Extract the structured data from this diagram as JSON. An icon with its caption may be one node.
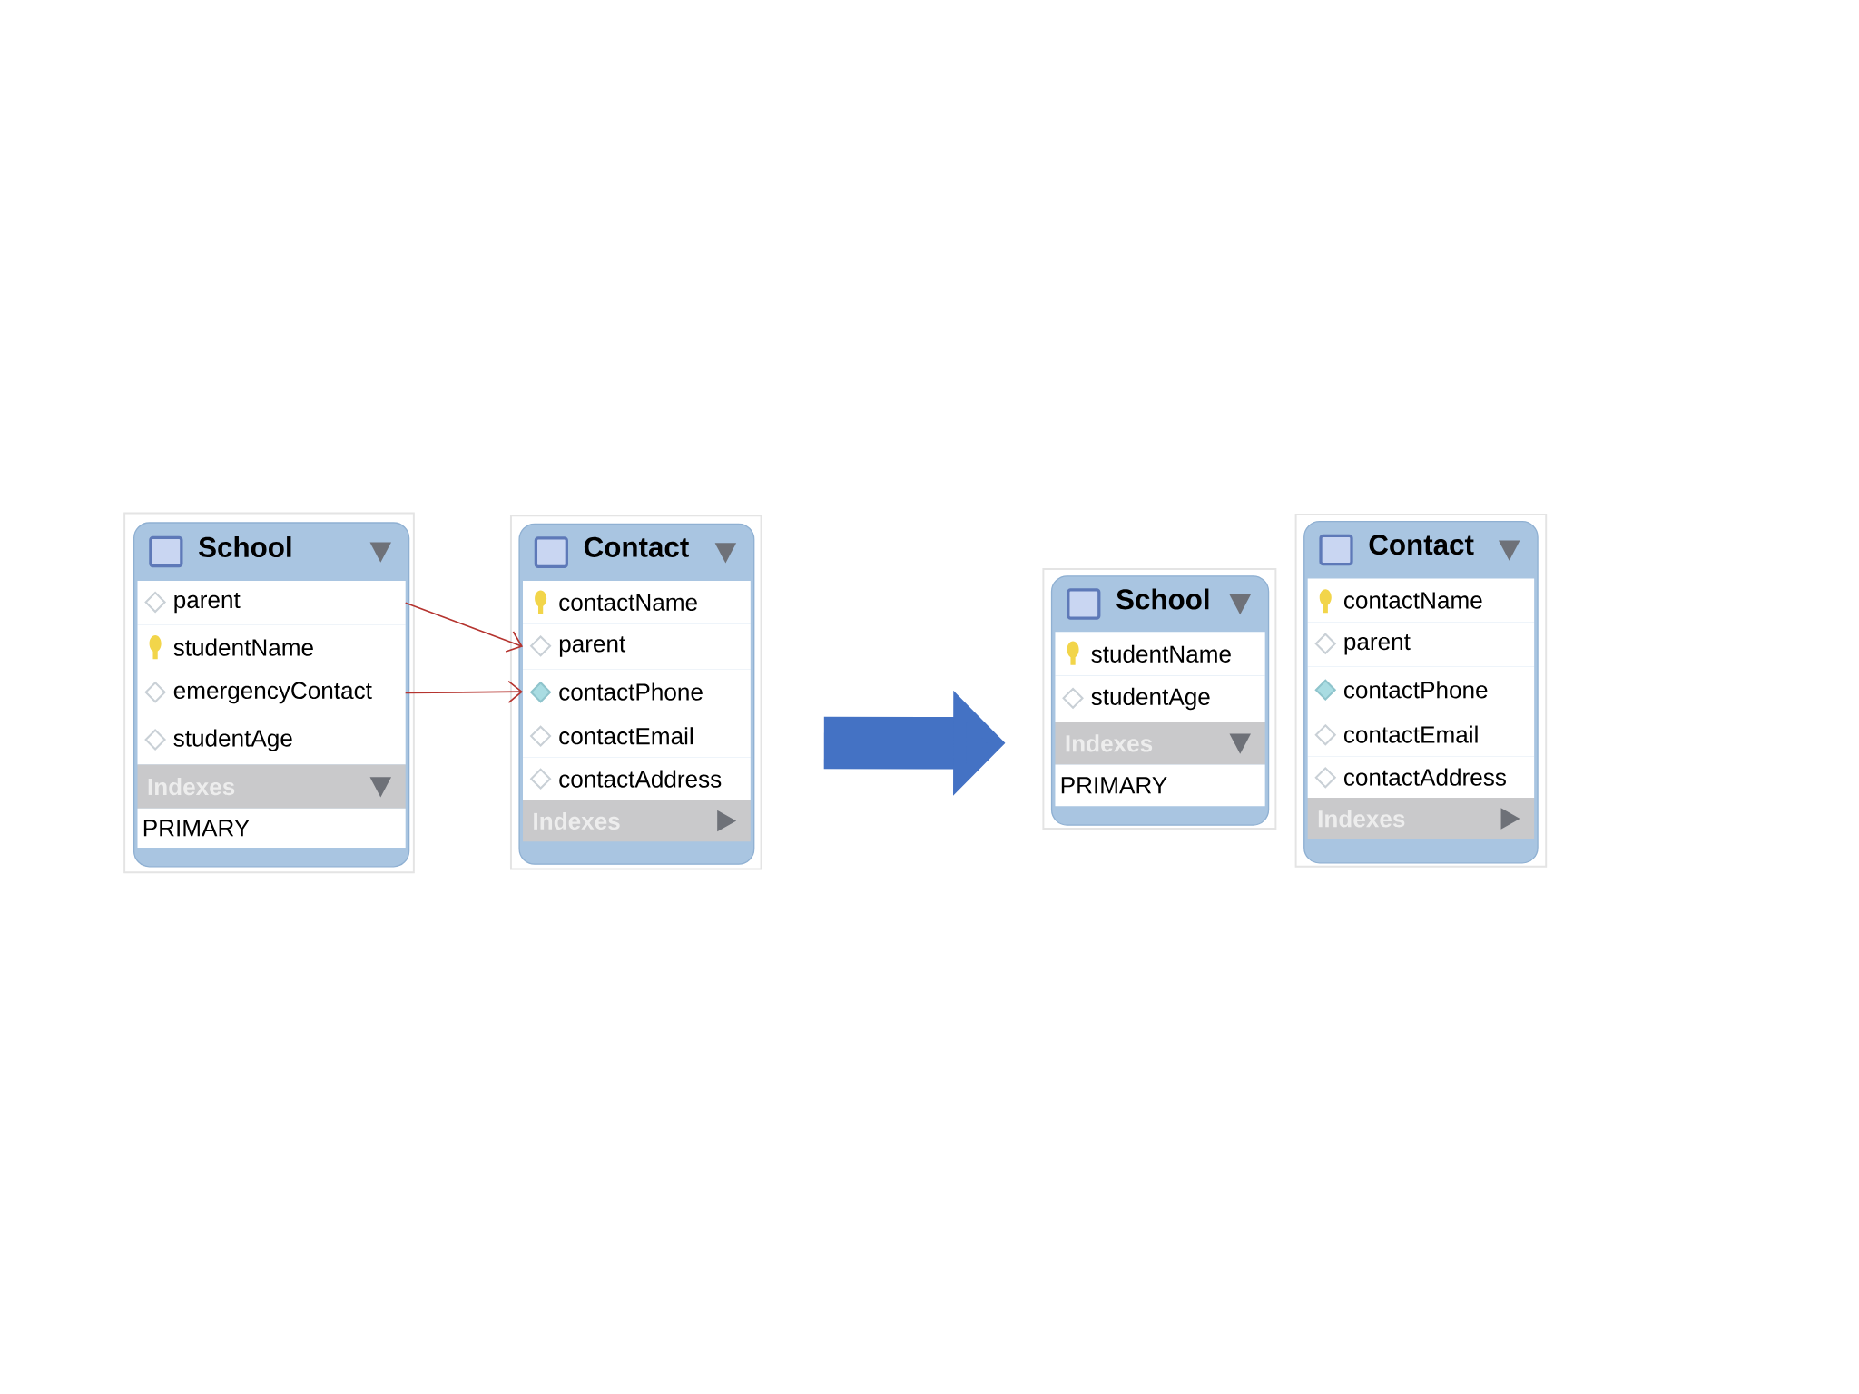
{
  "diagram": {
    "nodes": [
      {
        "text": [
          "School"
        ]
      },
      {
        "text": [
          "parent"
        ],
        "in": 0
      },
      {
        "text": [
          "studentName"
        ],
        "in": 0
      },
      {
        "text": [
          "emergencyContact"
        ],
        "in": 0
      },
      {
        "text": [
          "studentAge"
        ],
        "in": 0
      },
      {
        "text": [
          "Indexes"
        ],
        "in": 0
      },
      {
        "text": [
          "PRIMARY"
        ],
        "in": 0
      },
      {
        "text": [
          "Contact"
        ]
      },
      {
        "text": [
          "contactName"
        ],
        "in": 7
      },
      {
        "text": [
          "parent"
        ],
        "in": 7
      },
      {
        "text": [
          "contactPhone"
        ],
        "in": 7
      },
      {
        "text": [
          "contactEmail"
        ],
        "in": 7
      },
      {
        "text": [
          "contactAddress"
        ],
        "in": 7
      },
      {
        "text": [
          "Indexes"
        ],
        "in": 7
      },
      {
        "text": [
          "School"
        ]
      },
      {
        "text": [
          "studentName"
        ],
        "in": 14
      },
      {
        "text": [
          "studentAge"
        ],
        "in": 14
      },
      {
        "text": [
          "Indexes"
        ],
        "in": 14
      },
      {
        "text": [
          "PRIMARY"
        ],
        "in": 14
      },
      {
        "text": [
          "Contact"
        ]
      },
      {
        "text": [
          "contactName"
        ],
        "in": 19
      },
      {
        "text": [
          "parent"
        ],
        "in": 19
      },
      {
        "text": [
          "contactPhone"
        ],
        "in": 19
      },
      {
        "text": [
          "contactEmail"
        ],
        "in": 19
      },
      {
        "text": [
          "contactAddress"
        ],
        "in": 19
      },
      {
        "text": [
          "Indexes"
        ],
        "in": 19
      }
    ],
    "edges": [
      {
        "from": 1,
        "to": 9,
        "arrow": "to"
      },
      {
        "from": 3,
        "to": 10,
        "arrow": "to"
      },
      {
        "from": 7,
        "to": 14,
        "arrow": "to",
        "style": "thick",
        "color": "#4472c4"
      }
    ]
  }
}
